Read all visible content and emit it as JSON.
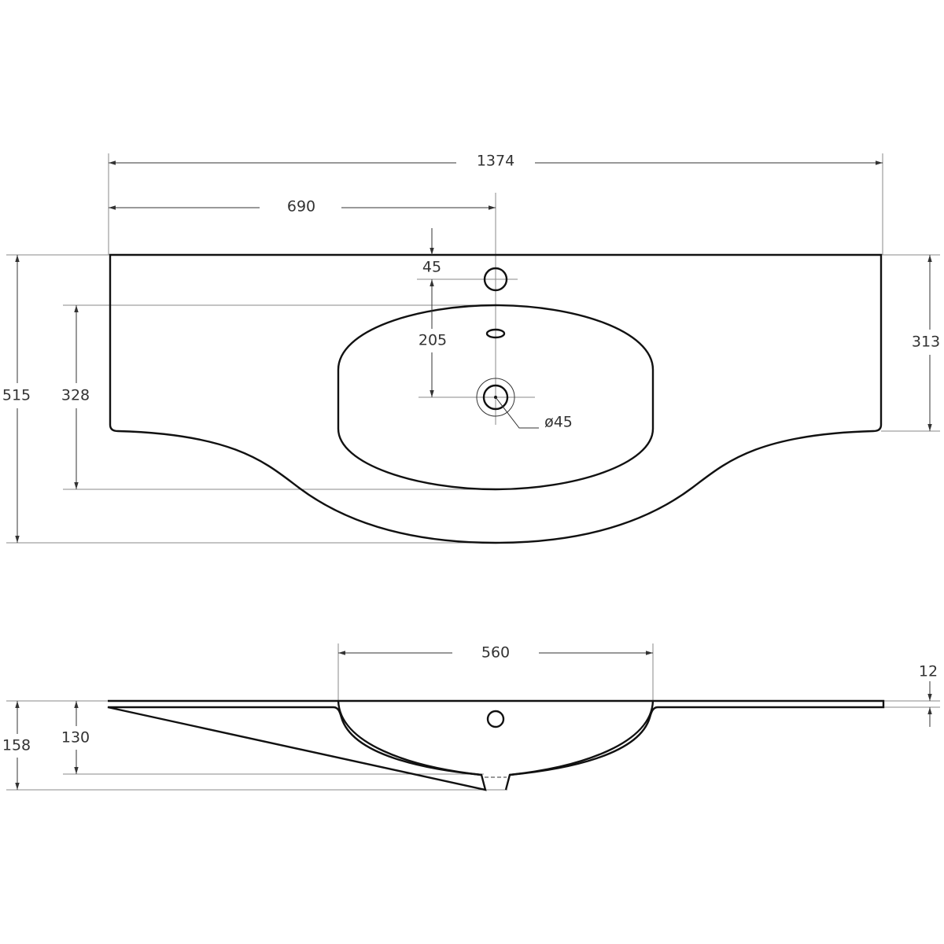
{
  "title": "Washbasin dimension drawing",
  "top_view": {
    "dimensions": {
      "overall_width": "1374",
      "tap_hole_offset": "690",
      "tap_hole_from_back": "45",
      "tap_to_drain": "205",
      "basin_depth_plan": "328",
      "overall_depth": "515",
      "side_depth": "313",
      "drain_diameter": "ø45"
    }
  },
  "side_view": {
    "dimensions": {
      "basin_width": "560",
      "slab_thickness": "12",
      "overall_height": "158",
      "bowl_height": "130"
    }
  },
  "colors": {
    "line": "#111111",
    "dim_line": "#333333",
    "ext_line": "#8a8a8a"
  }
}
